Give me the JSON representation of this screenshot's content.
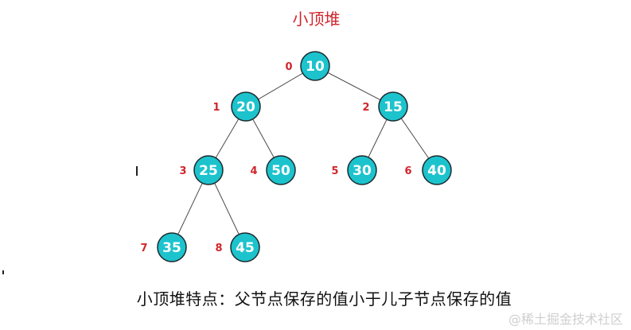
{
  "title": "小顶堆",
  "caption": "小顶堆特点：父节点保存的值小于儿子节点保存的值",
  "watermark": "@稀土掘金技术社区",
  "colors": {
    "node_fill": "#1cc3cd",
    "node_stroke": "#1b2a2e",
    "node_text": "#ffffff",
    "index_label": "#d0262d",
    "edge": "#4a4a4a",
    "title": "#d0262d"
  },
  "nodes": [
    {
      "index": "0",
      "value": "10"
    },
    {
      "index": "1",
      "value": "20"
    },
    {
      "index": "2",
      "value": "15"
    },
    {
      "index": "3",
      "value": "25"
    },
    {
      "index": "4",
      "value": "50"
    },
    {
      "index": "5",
      "value": "30"
    },
    {
      "index": "6",
      "value": "40"
    },
    {
      "index": "7",
      "value": "35"
    },
    {
      "index": "8",
      "value": "45"
    }
  ],
  "edges": [
    [
      0,
      1
    ],
    [
      0,
      2
    ],
    [
      1,
      3
    ],
    [
      1,
      4
    ],
    [
      2,
      5
    ],
    [
      2,
      6
    ],
    [
      3,
      7
    ],
    [
      3,
      8
    ]
  ]
}
